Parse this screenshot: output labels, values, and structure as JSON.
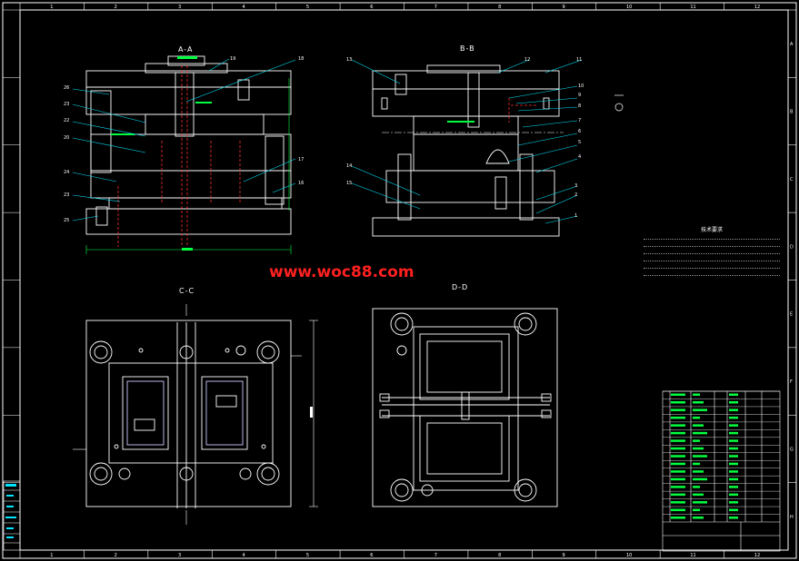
{
  "colors": {
    "background": "#000000",
    "outline": "#ffffff",
    "leader": "#00e5ff",
    "hidden_line": "#ff3030",
    "dimension": "#00ff40",
    "detail": "#c8c8ff",
    "watermark": "#ff2020"
  },
  "drawing": {
    "section_aa": "A-A",
    "section_bb": "B-B",
    "section_cc": "C-C",
    "section_dd": "D-D",
    "notes_title": "技术要求",
    "watermark": "www.woc88.com"
  },
  "border": {
    "columns": [
      "1",
      "2",
      "3",
      "4",
      "5",
      "6",
      "7",
      "8",
      "9",
      "10",
      "11",
      "12"
    ],
    "rows": [
      "A",
      "B",
      "C",
      "D",
      "E",
      "F",
      "G",
      "H"
    ]
  },
  "callouts_aa": [
    "19",
    "18",
    "26",
    "23",
    "22",
    "20",
    "24",
    "23",
    "25",
    "17",
    "16"
  ],
  "callouts_bb": [
    "13",
    "12",
    "11",
    "10",
    "9",
    "8",
    "7",
    "6",
    "5",
    "4",
    "14",
    "15",
    "3",
    "2",
    "1"
  ]
}
